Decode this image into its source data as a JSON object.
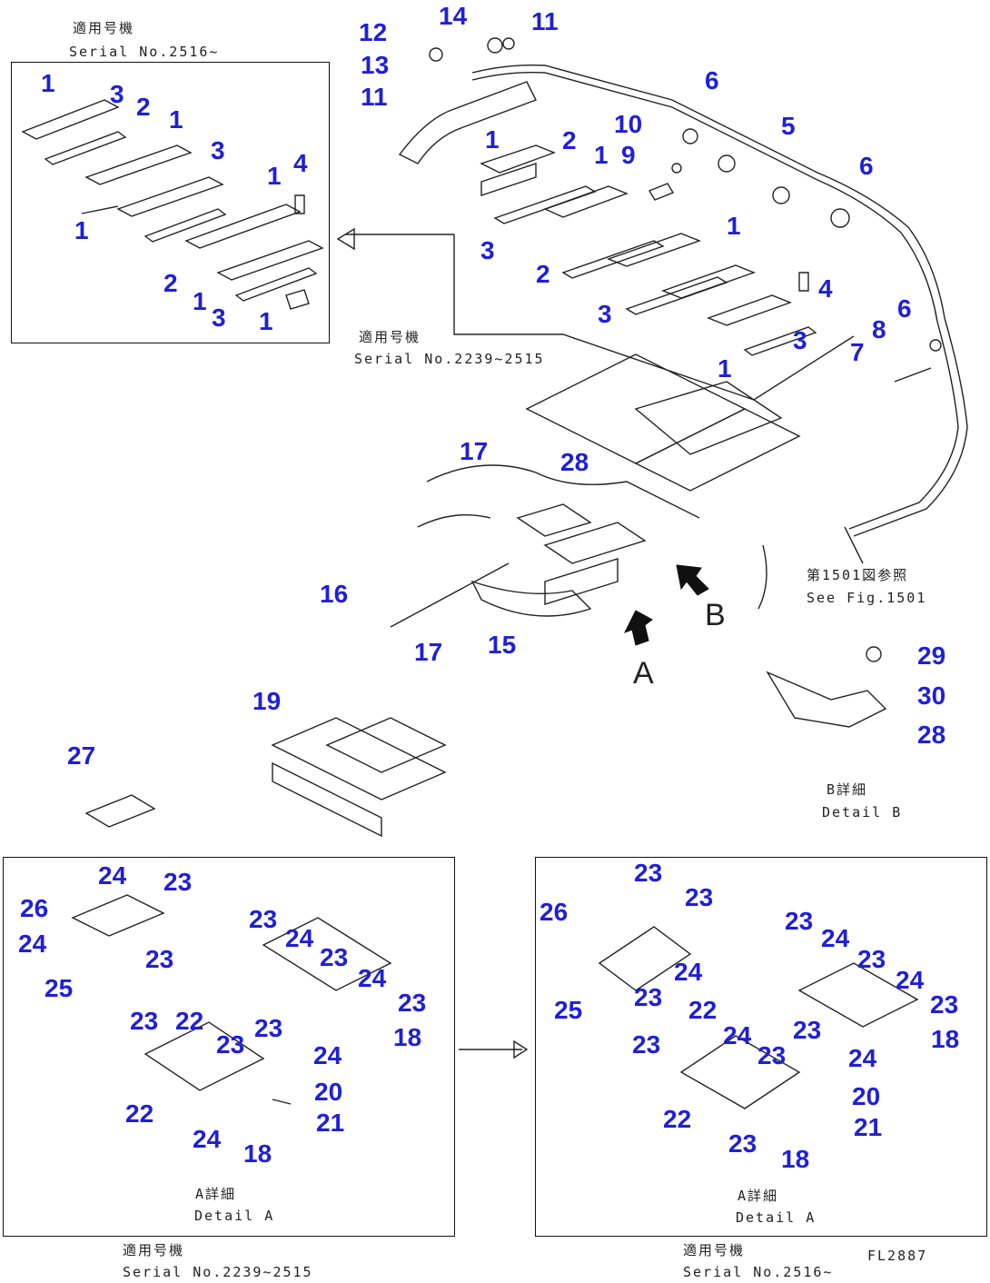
{
  "captions": {
    "inset_top_jp": "適用号機",
    "inset_top_serial": "Serial No.2516~",
    "mid_jp": "適用号機",
    "mid_serial": "Serial No.2239~2515",
    "see_fig_jp": "第1501図参照",
    "see_fig_en": "See Fig.1501",
    "detail_b_jp": "B詳細",
    "detail_b_en": "Detail B",
    "detail_a_left_jp": "A詳細",
    "detail_a_left_en": "Detail A",
    "detail_a_right_jp": "A詳細",
    "detail_a_right_en": "Detail A",
    "bottom_left_jp": "適用号機",
    "bottom_left_serial": "Serial No.2239~2515",
    "bottom_right_jp": "適用号機",
    "bottom_right_serial": "Serial No.2516~",
    "view_a": "A",
    "view_b": "B",
    "fig_code": "FL2887"
  },
  "labels": {
    "l1": "1",
    "l2": "3",
    "l3": "2",
    "l4": "1",
    "l5": "3",
    "l6": "1",
    "l7": "4",
    "l8": "1",
    "l9": "2",
    "l10": "1",
    "l11": "3",
    "l12": "1",
    "m1": "12",
    "m2": "14",
    "m3": "11",
    "m4": "13",
    "m5": "11",
    "m6": "6",
    "m7": "10",
    "m8": "5",
    "m9": "1",
    "m10": "2",
    "m11": "1",
    "m12": "9",
    "m13": "6",
    "m14": "3",
    "m15": "2",
    "m16": "1",
    "m17": "3",
    "m18": "4",
    "m19": "6",
    "m20": "8",
    "m21": "3",
    "m22": "7",
    "m23": "1",
    "c1": "17",
    "c2": "28",
    "c3": "16",
    "c4": "17",
    "c5": "15",
    "c6": "29",
    "c7": "30",
    "c8": "28",
    "c9": "19",
    "c10": "27",
    "a1": "24",
    "a2": "23",
    "a3": "26",
    "a4": "24",
    "a5": "23",
    "a6": "25",
    "a7": "23",
    "a8": "24",
    "a9": "23",
    "a10": "24",
    "a11": "23",
    "a12": "23",
    "a13": "22",
    "a14": "23",
    "a15": "23",
    "a16": "18",
    "a17": "24",
    "a18": "20",
    "a19": "22",
    "a20": "21",
    "a21": "24",
    "a22": "18",
    "b1": "23",
    "b2": "23",
    "b3": "26",
    "b4": "24",
    "b5": "23",
    "b6": "24",
    "b7": "23",
    "b8": "24",
    "b9": "25",
    "b10": "23",
    "b11": "23",
    "b12": "22",
    "b13": "23",
    "b14": "24",
    "b15": "23",
    "b16": "18",
    "b17": "23",
    "b18": "24",
    "b19": "20",
    "b20": "22",
    "b21": "21",
    "b22": "23",
    "b23": "18"
  }
}
